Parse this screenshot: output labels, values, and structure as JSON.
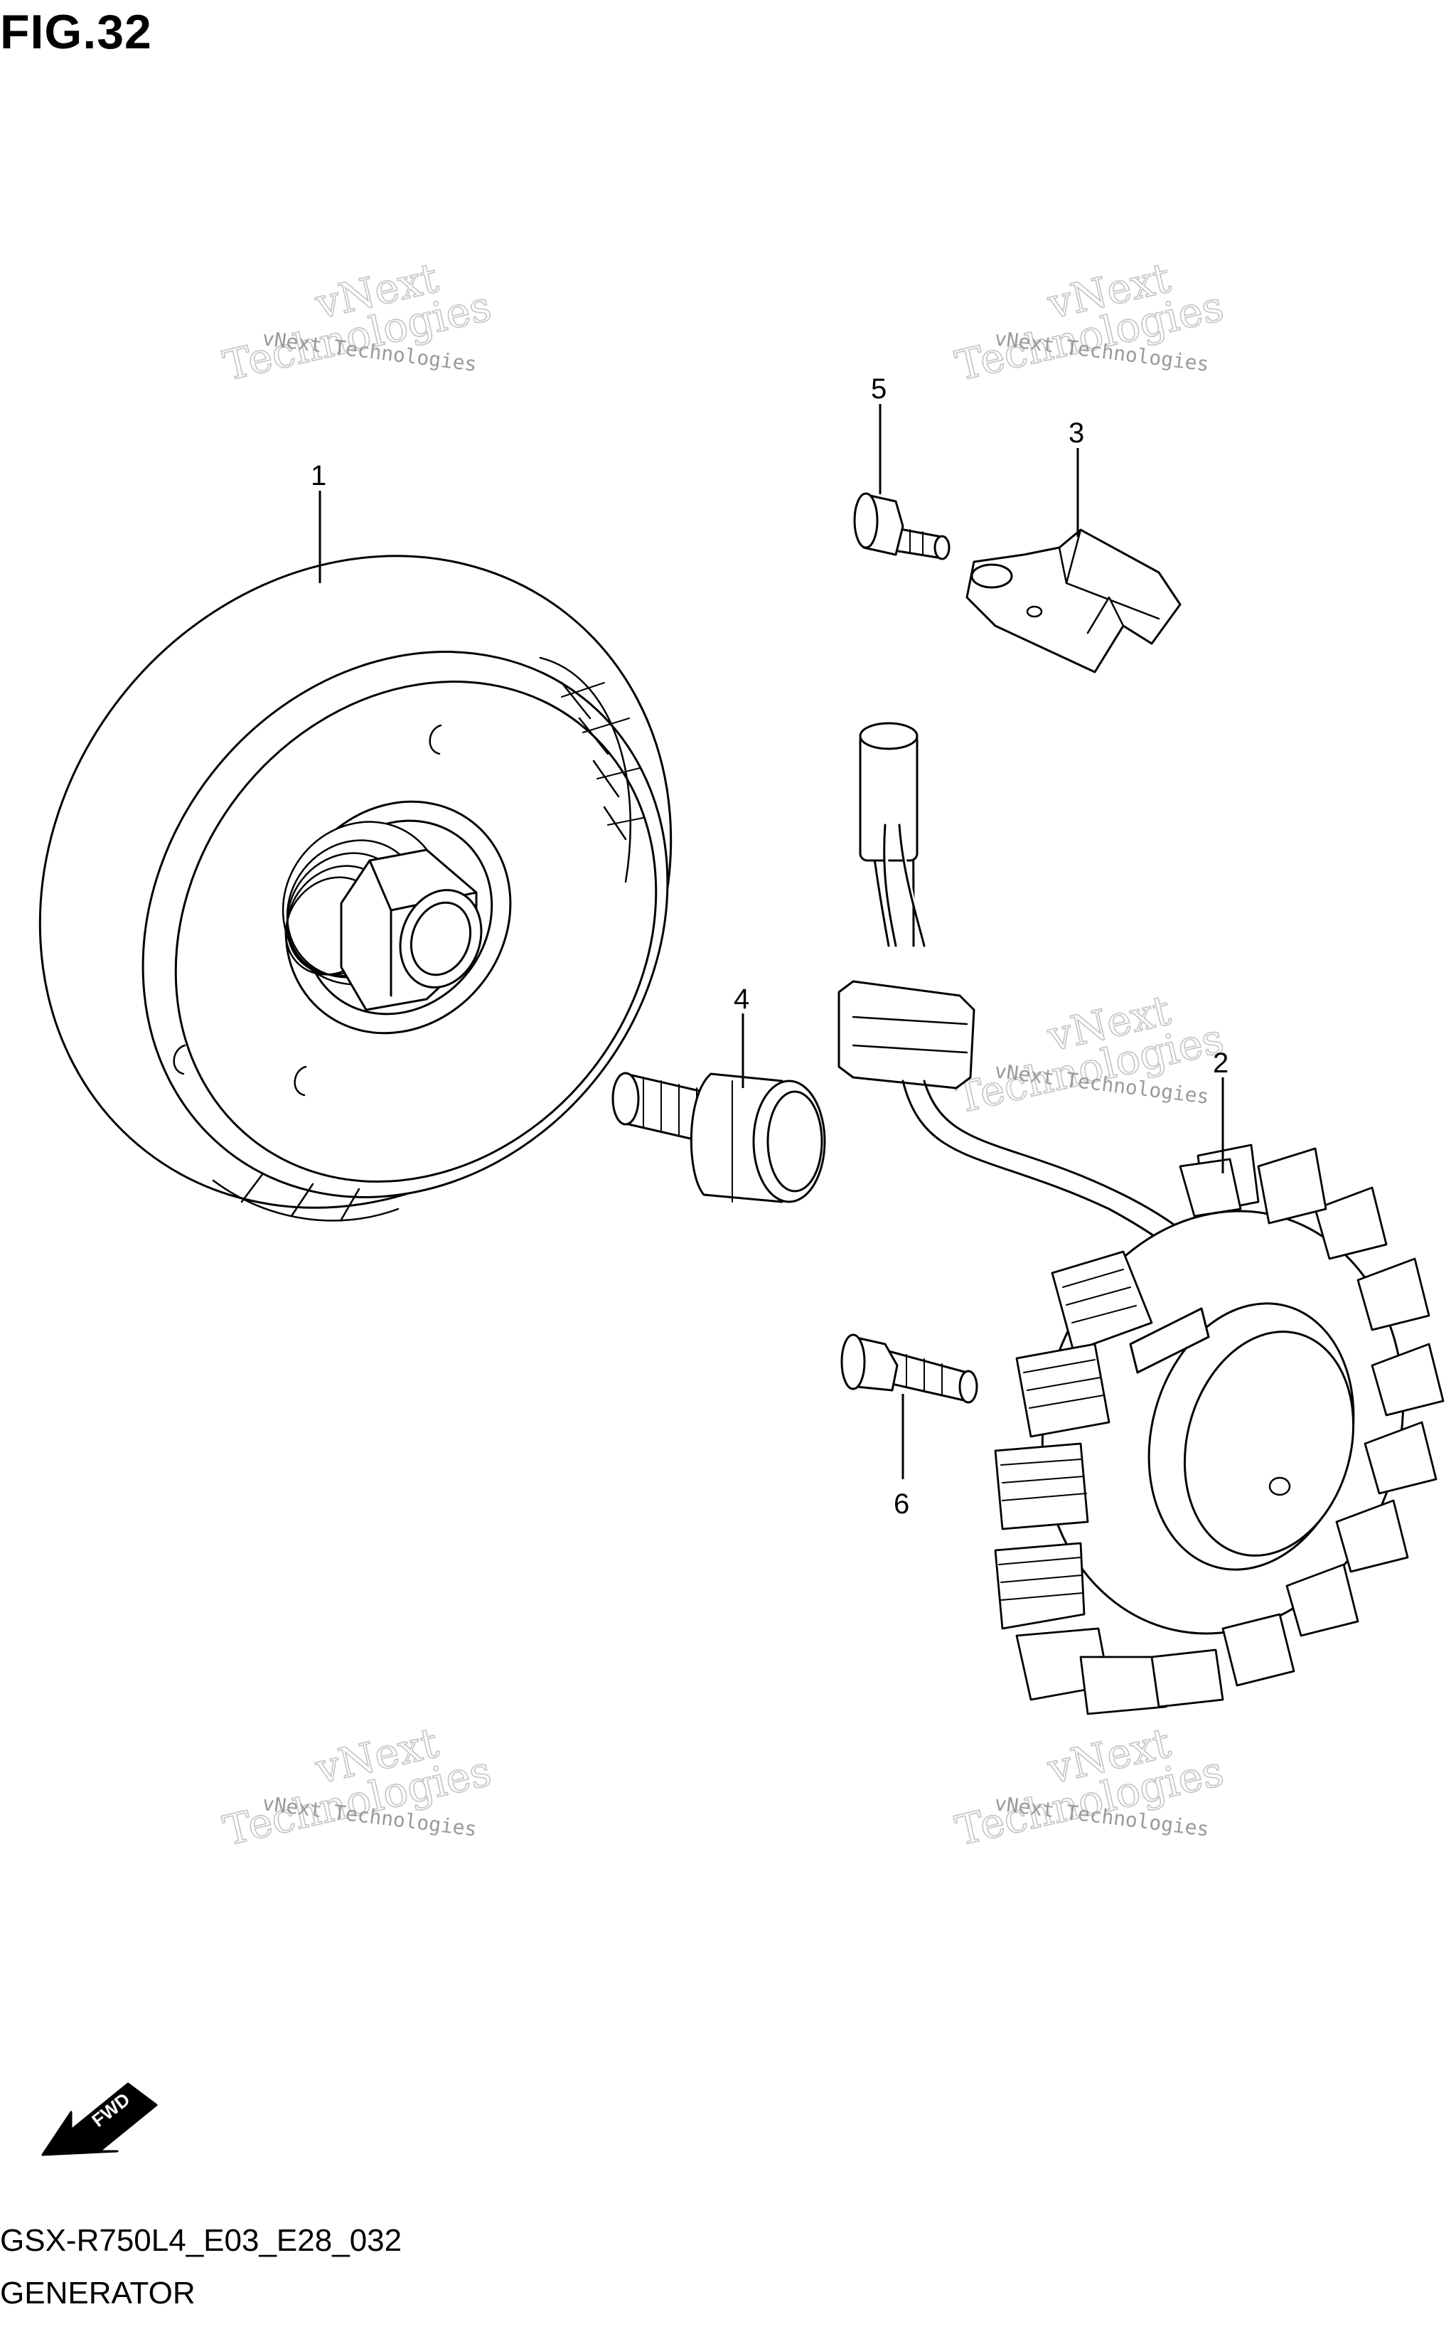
{
  "figure": {
    "title": "FIG.32",
    "code": "GSX-R750L4_E03_E28_032",
    "caption": "GENERATOR"
  },
  "callouts": {
    "c1": "1",
    "c2": "2",
    "c3": "3",
    "c4": "4",
    "c5": "5",
    "c6": "6"
  },
  "fwd": {
    "label": "FWD"
  },
  "watermark": {
    "line_small": "vNext Technologies",
    "line_big_top": "vNext",
    "line_big_bottom": "Technologies"
  },
  "colors": {
    "ink": "#000000",
    "watermark": "#c4c4c4",
    "background": "#ffffff"
  }
}
